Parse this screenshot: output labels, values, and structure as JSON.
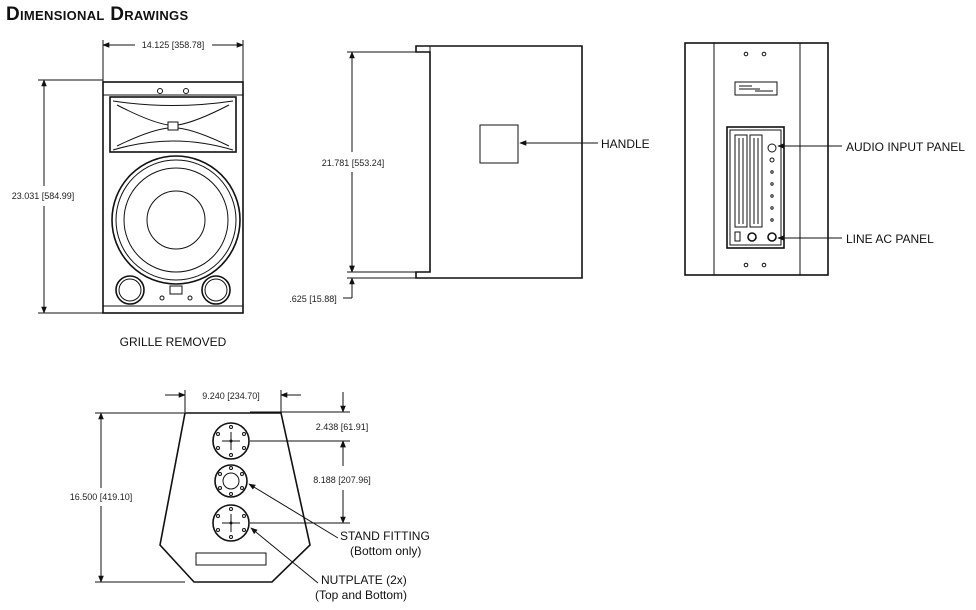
{
  "title": "Dimensional Drawings",
  "front_view": {
    "width_dim": "14.125 [358.78]",
    "height_dim": "23.031 [584.99]",
    "caption": "GRILLE REMOVED"
  },
  "side_view": {
    "height_dim": "21.781 [553.24]",
    "offset_dim": ".625 [15.88]",
    "handle_label": "HANDLE"
  },
  "rear_view": {
    "audio_label": "AUDIO INPUT PANEL",
    "ac_label": "LINE AC PANEL"
  },
  "bottom_view": {
    "width_dim": "9.240 [234.70]",
    "depth_dim": "16.500 [419.10]",
    "top_offset_dim": "2.438 [61.91]",
    "spacing_dim": "8.188 [207.96]",
    "stand_label": "STAND FITTING",
    "stand_sub": "(Bottom only)",
    "nut_label": "NUTPLATE (2x)",
    "nut_sub": "(Top and Bottom)"
  }
}
